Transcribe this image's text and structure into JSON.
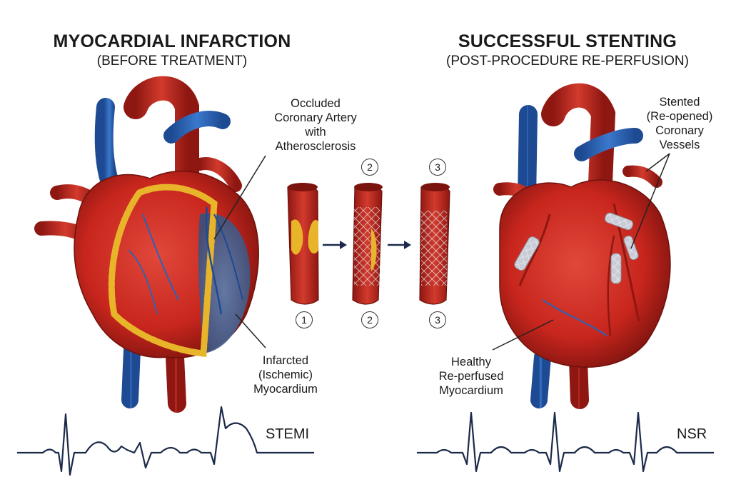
{
  "left_panel": {
    "title": "MYOCARDIAL INFARCTION",
    "subtitle": "(BEFORE TREATMENT)",
    "label_occluded": [
      "Occluded",
      "Coronary Artery",
      "with",
      "Atherosclerosis"
    ],
    "label_infarcted": [
      "Infarcted",
      "(Ischemic)",
      "Myocardium"
    ],
    "rhythm": "STEMI"
  },
  "right_panel": {
    "title": "SUCCESSFUL STENTING",
    "subtitle": "(POST-PROCEDURE RE-PERFUSION)",
    "label_stented": [
      "Stented",
      "(Re-opened)",
      "Coronary",
      "Vessels"
    ],
    "label_healthy": [
      "Healthy",
      "Re-perfused",
      "Myocardium"
    ],
    "rhythm": "NSR"
  },
  "steps": {
    "top": [
      "2",
      "3"
    ],
    "bottom": [
      "1",
      "2",
      "3"
    ]
  },
  "colors": {
    "heart_red": "#c8261d",
    "heart_dark": "#8e1712",
    "vein_blue": "#2a63b8",
    "fat_yellow": "#e8b52a",
    "ischemic_blue": "#4a6a96",
    "ecg_navy": "#1c2a4a"
  }
}
